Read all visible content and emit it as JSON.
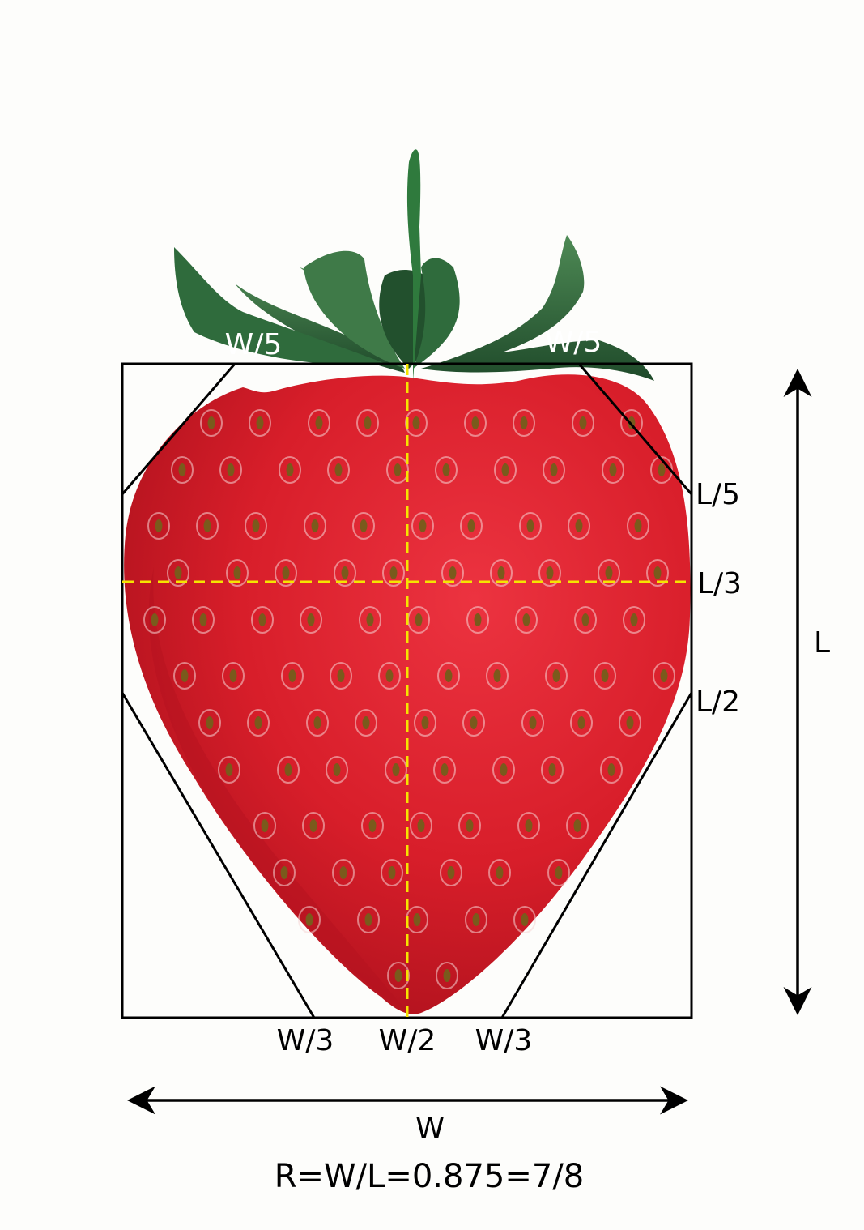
{
  "labels": {
    "top_left": "W/5",
    "top_right": "W/5",
    "right_l5": "L/5",
    "right_l3": "L/3",
    "right_l2": "L/2",
    "height": "L",
    "bottom_left": "W/3",
    "bottom_center": "W/2",
    "bottom_right": "W/3",
    "width": "W"
  },
  "formula": "R=W/L=0.875=7/8",
  "colors": {
    "frame": "#000000",
    "guides": "#f5e400",
    "berry": "#d81e2a",
    "berry_shadow": "#b3121e",
    "leaves": "#2f6b3c",
    "leaves_light": "#4e8a55",
    "seed": "#7a5a1c",
    "seed_rim": "#f6d6d6"
  },
  "icons": {
    "height_arrow": "double-headed-vertical-arrow",
    "width_arrow": "double-headed-horizontal-arrow"
  }
}
